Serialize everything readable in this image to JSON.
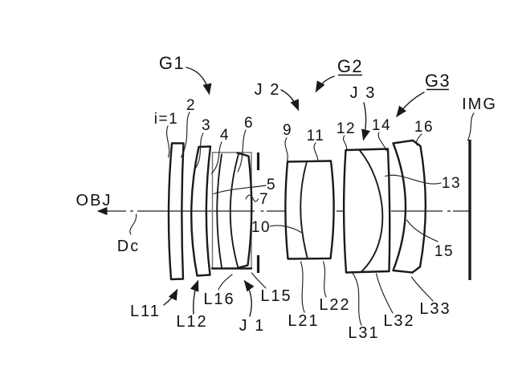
{
  "figure": {
    "kind": "zoom-lens cross-section patent figure",
    "colors": {
      "background": "#ffffff",
      "line": "#1a1a1a",
      "text": "#111111"
    }
  },
  "axis": {
    "object_label": "OBJ",
    "axis_name": "Dc",
    "image_plane_label": "IMG"
  },
  "groups": {
    "g1": "G1",
    "g2": "G2",
    "g3": "G3"
  },
  "junctions": {
    "j1": "J 1",
    "j2": "J 2",
    "j3": "J 3"
  },
  "surfaces": {
    "s1": "i=1",
    "s2": "2",
    "s3": "3",
    "s4": "4",
    "s5": "5",
    "s6": "6",
    "s7": "7",
    "s9": "9",
    "s10": "10",
    "s11": "11",
    "s12": "12",
    "s13": "13",
    "s14": "14",
    "s15": "15",
    "s16": "16"
  },
  "elements": {
    "l11": "L11",
    "l12": "L12",
    "l15": "L15",
    "l16": "L16",
    "l21": "L21",
    "l22": "L22",
    "l31": "L31",
    "l32": "L32",
    "l33": "L33"
  }
}
